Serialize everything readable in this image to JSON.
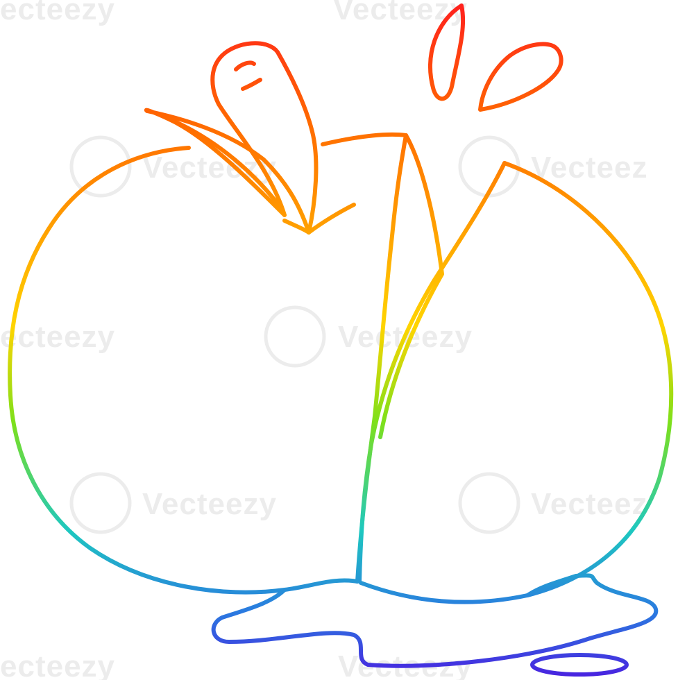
{
  "illustration": {
    "subject": "rainbow-gradient line drawing of a sliced apple with juice splash and puddle",
    "gradient": {
      "top": "#ff1e1e",
      "upper": "#ff8a00",
      "middle": "#ffd400",
      "lower_middle": "#7ee01a",
      "lower": "#1ec8d8",
      "bottom": "#4a1ee0"
    },
    "background": "#ffffff",
    "line_color_mode": "vertical-rainbow-gradient"
  },
  "watermark": {
    "text": "Vecteezy",
    "partial_left": "ecteezy",
    "partial_right": "Vecteez",
    "color": "#ececec"
  }
}
